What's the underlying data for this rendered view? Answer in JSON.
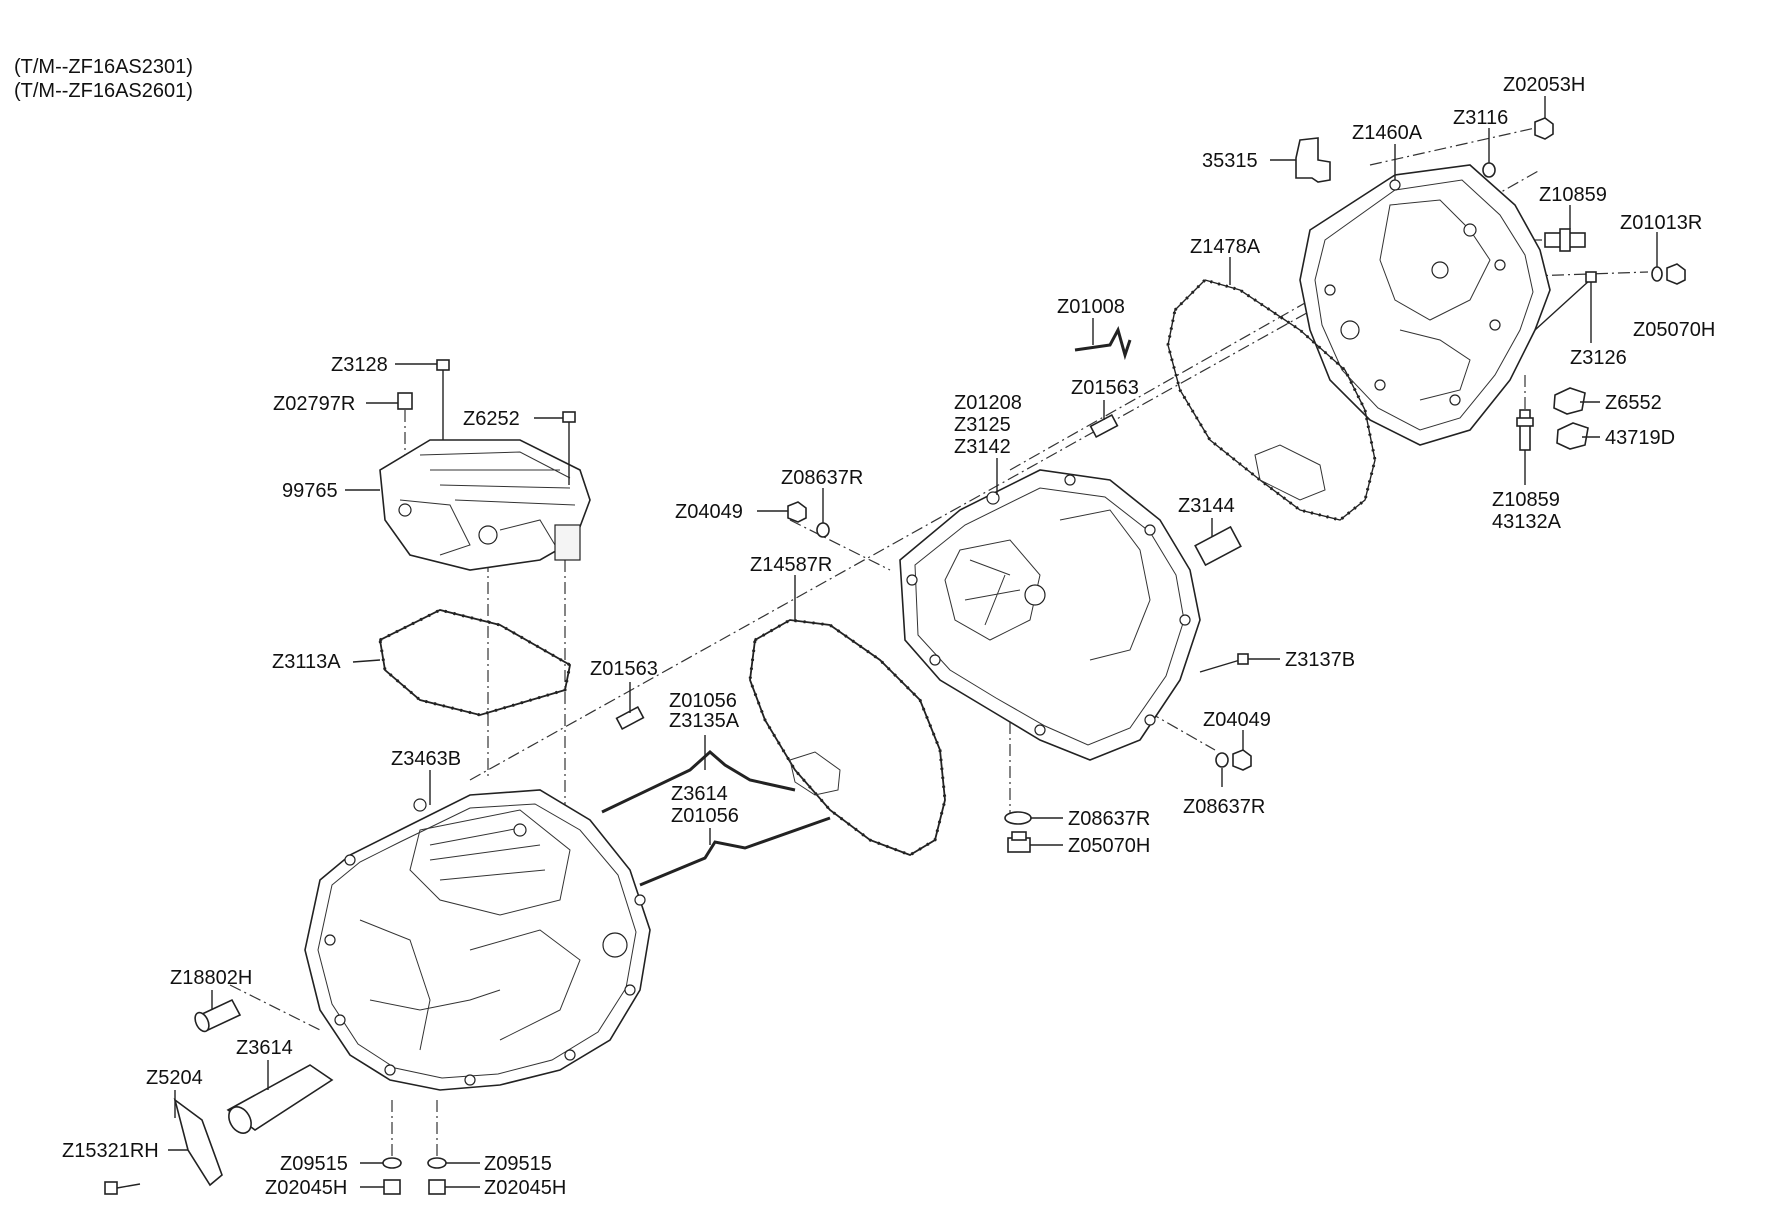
{
  "header": {
    "line1": "(T/M--ZF16AS2301)",
    "line2": "(T/M--ZF16AS2601)"
  },
  "callouts": {
    "z02053h": "Z02053H",
    "z1460a": "Z1460A",
    "z3116": "Z3116",
    "n35315": "35315",
    "z10859_top": "Z10859",
    "z01013r": "Z01013R",
    "z1478a": "Z1478A",
    "z05070h_right": "Z05070H",
    "z01008": "Z01008",
    "z3126": "Z3126",
    "z6552": "Z6552",
    "n43719d": "43719D",
    "z10859_bottom": "Z10859",
    "n43132a": "43132A",
    "z3128": "Z3128",
    "z02797r": "Z02797R",
    "z6252": "Z6252",
    "n99765": "99765",
    "z01208": "Z01208",
    "z3125": "Z3125",
    "z3142": "Z3142",
    "z01563_upper": "Z01563",
    "z08637r_top": "Z08637R",
    "z04049_left": "Z04049",
    "z3144": "Z3144",
    "z14587r": "Z14587R",
    "z3113a": "Z3113A",
    "z01563_lower": "Z01563",
    "z01056_upper": "Z01056",
    "z3135a": "Z3135A",
    "z3137b": "Z3137B",
    "z04049_right": "Z04049",
    "z3463b": "Z3463B",
    "z3614_upper": "Z3614",
    "z01056_lower": "Z01056",
    "z08637r_mid": "Z08637R",
    "z08637r_right": "Z08637R",
    "z05070h_mid": "Z05070H",
    "z18802h": "Z18802H",
    "z3614_lower": "Z3614",
    "z5204": "Z5204",
    "z15321rh": "Z15321RH",
    "z09515_left": "Z09515",
    "z09515_right": "Z09515",
    "z02045h_left": "Z02045H",
    "z02045h_right": "Z02045H"
  }
}
